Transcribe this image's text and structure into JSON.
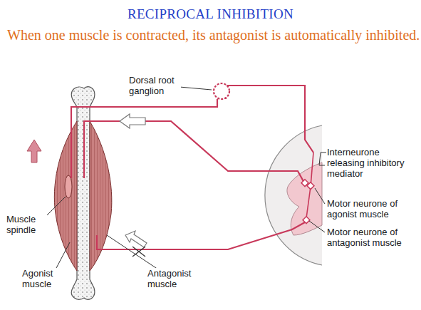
{
  "diagram": {
    "title": "RECIPROCAL INHIBITION",
    "caption": "When one muscle is contracted, its antagonist is automatically inhibited.",
    "labels": [
      "Dorsal root ganglion",
      "Interneurone releasing inhibitory mediator",
      "Motor neurone of agonist muscle",
      "Motor neurone of antagonist muscle",
      "Muscle spindle",
      "Agonist muscle",
      "Antagonist muscle"
    ]
  }
}
